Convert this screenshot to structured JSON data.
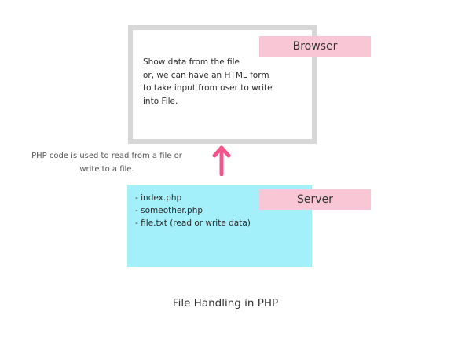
{
  "browser": {
    "label": "Browser",
    "text": "Show data from the file\nor, we can have an HTML form\nto take input from user to write\ninto File."
  },
  "server": {
    "label": "Server",
    "items": [
      "- index.php",
      "- someother.php",
      "- file.txt (read or write data)"
    ]
  },
  "side_note": "PHP code is used to read from a file or\nwrite to a file.",
  "caption": "File Handling in PHP",
  "colors": {
    "tag_pink": "#f9c6d6",
    "arrow_pink": "#f0568c",
    "server_cyan": "#a3f0fa",
    "browser_border": "#d7d7d7"
  },
  "icons": {
    "arrow": "arrow-up-icon"
  }
}
